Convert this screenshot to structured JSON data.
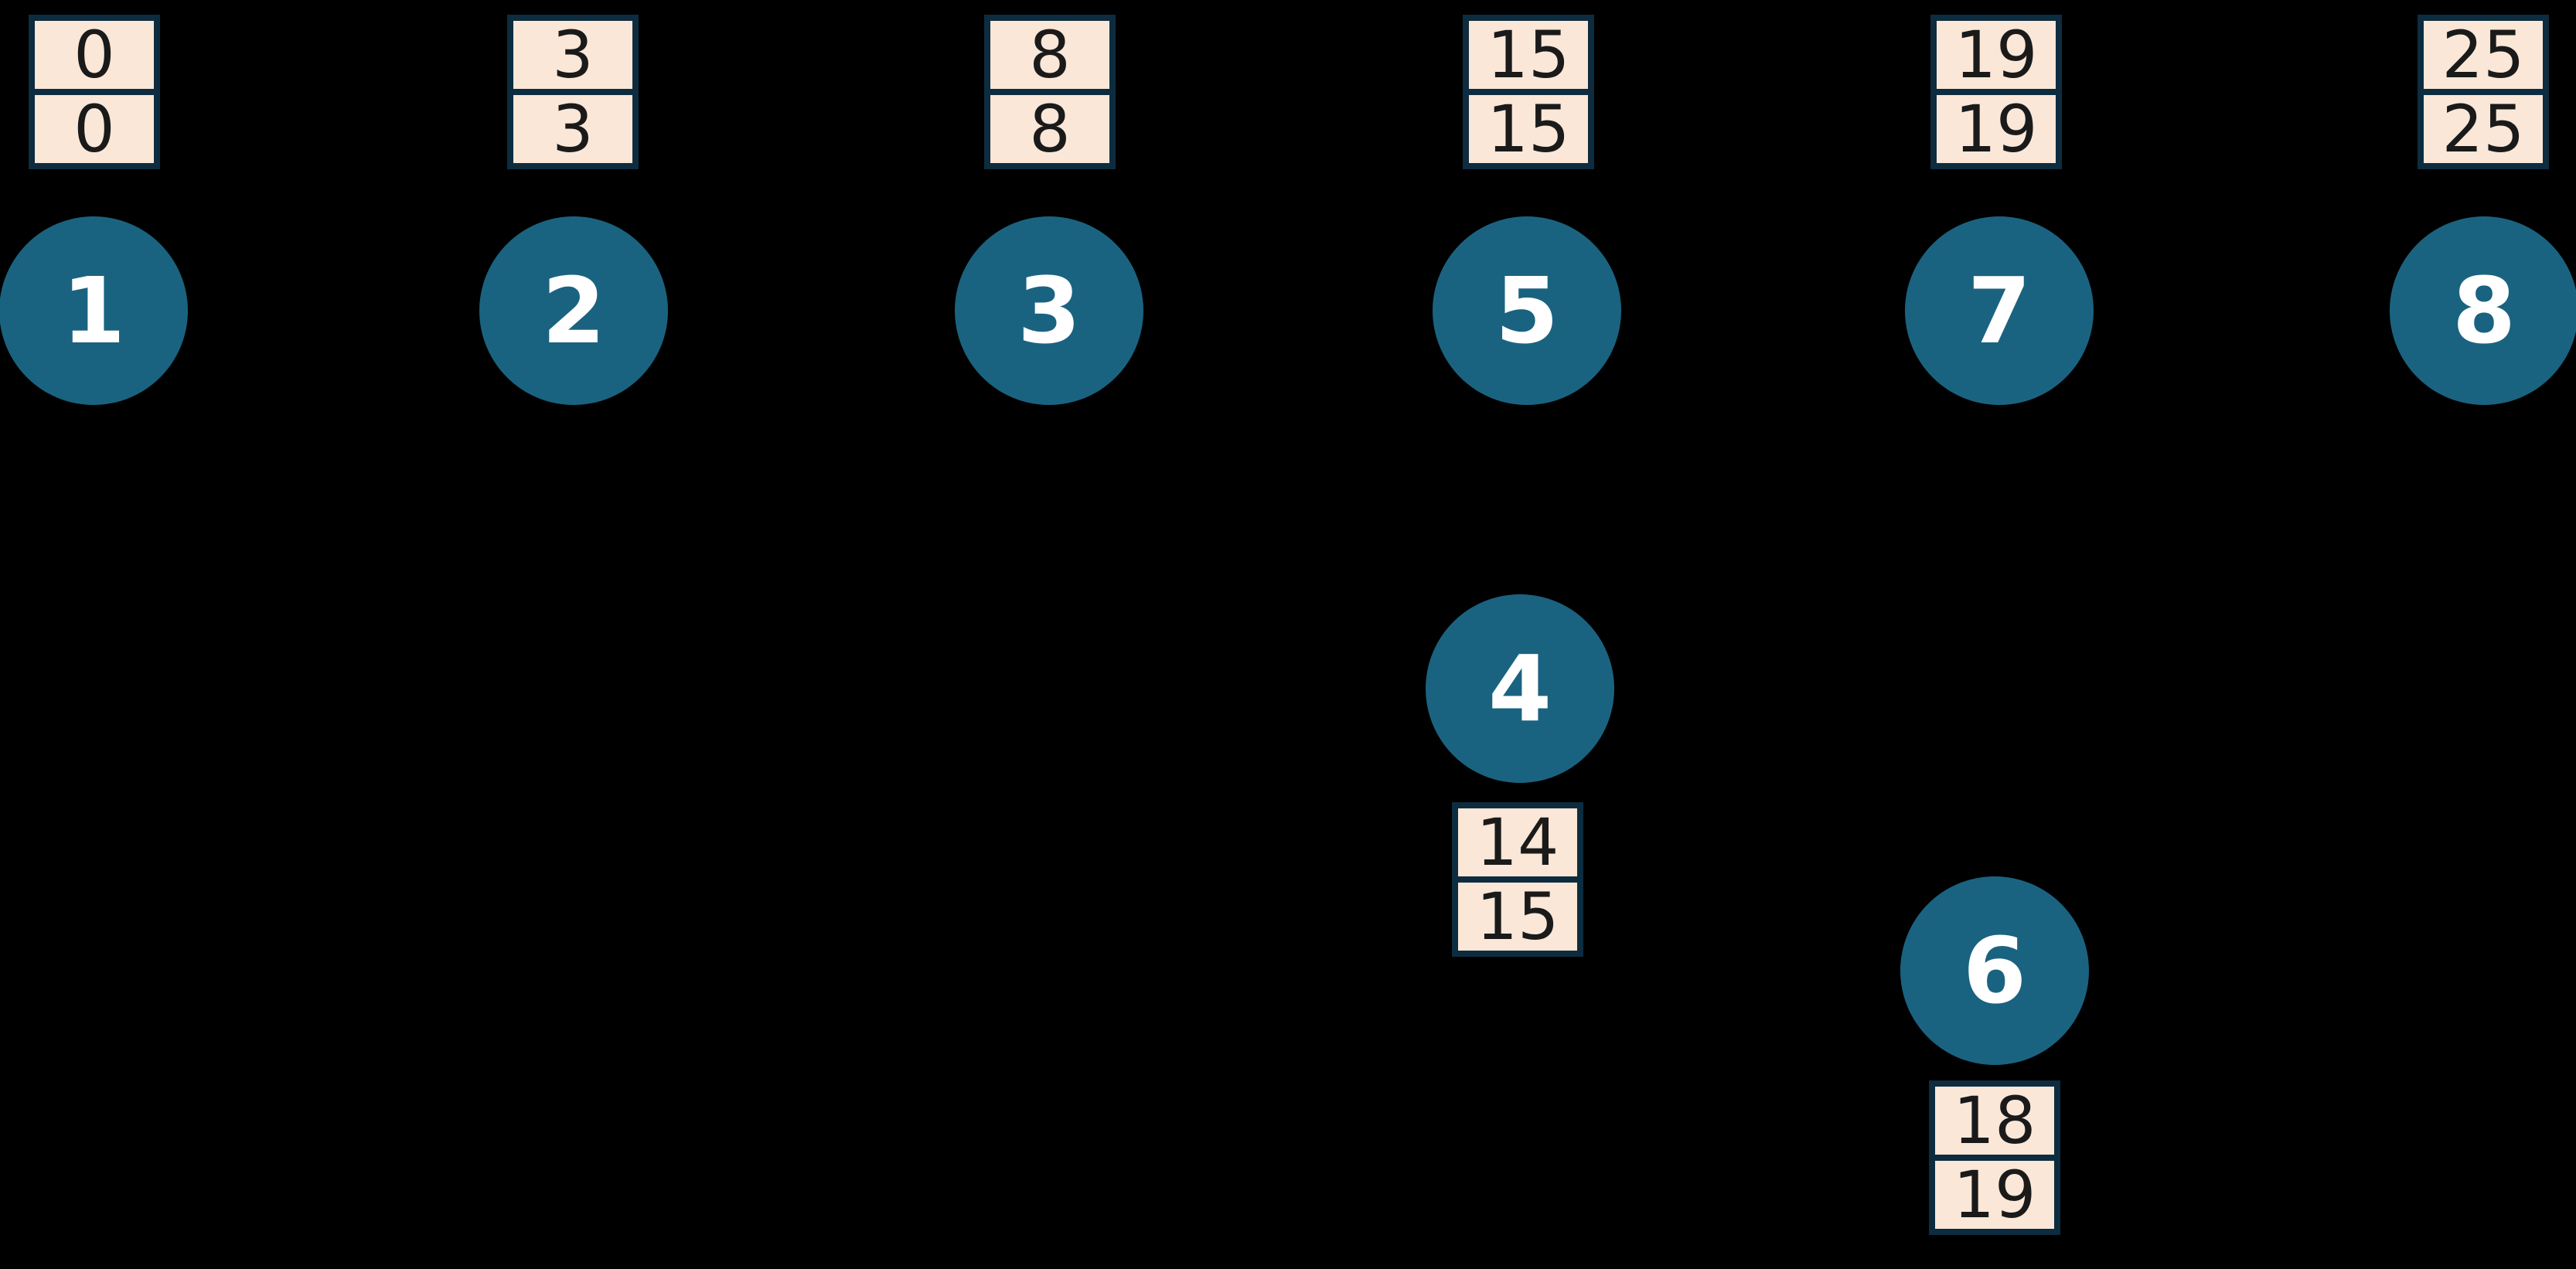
{
  "colors": {
    "background": "#000000",
    "node_fill": "#1A6380",
    "node_text": "#FFFFFF",
    "box_fill": "#FBE7D7",
    "box_border": "#0D2C3F",
    "box_text": "#1A1A1A"
  },
  "nodes": [
    {
      "id": "1",
      "earliest": "0",
      "latest": "0"
    },
    {
      "id": "2",
      "earliest": "3",
      "latest": "3"
    },
    {
      "id": "3",
      "earliest": "8",
      "latest": "8"
    },
    {
      "id": "5",
      "earliest": "15",
      "latest": "15"
    },
    {
      "id": "7",
      "earliest": "19",
      "latest": "19"
    },
    {
      "id": "8",
      "earliest": "25",
      "latest": "25"
    },
    {
      "id": "4",
      "earliest": "14",
      "latest": "15"
    },
    {
      "id": "6",
      "earliest": "18",
      "latest": "19"
    }
  ]
}
